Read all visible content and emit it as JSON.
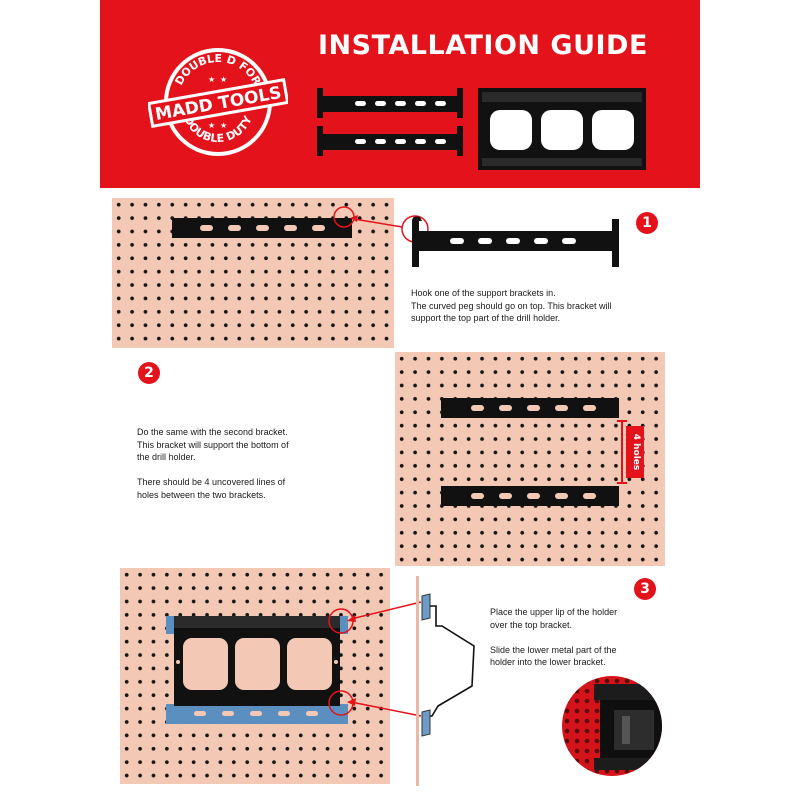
{
  "header": {
    "title": "INSTALLATION GUIDE",
    "logo": {
      "top_text": "DOUBLE D FOR",
      "brand": "MADD TOOLS",
      "bottom_text": "DOUBLE DUTY"
    }
  },
  "steps": [
    {
      "number": "1",
      "lines": [
        "Hook one of the support brackets in.",
        "The curved peg should go on top. This bracket will",
        "support the top part of the drill holder."
      ]
    },
    {
      "number": "2",
      "lines": [
        "Do the same with the second bracket.",
        "This bracket will support the bottom of",
        "the drill holder.",
        "",
        "There should be 4 uncovered lines of",
        "holes between the two brackets."
      ],
      "callout": "4 holes"
    },
    {
      "number": "3",
      "lines": [
        "Place the upper lip of the holder",
        "over the top bracket.",
        "",
        "Slide the lower metal part of the",
        "holder into the lower bracket."
      ]
    }
  ],
  "colors": {
    "brand_red": "#e3121b",
    "pegboard": "#f3c9b6",
    "bracket": "#111111",
    "highlight_blue": "#5b8fbf"
  }
}
